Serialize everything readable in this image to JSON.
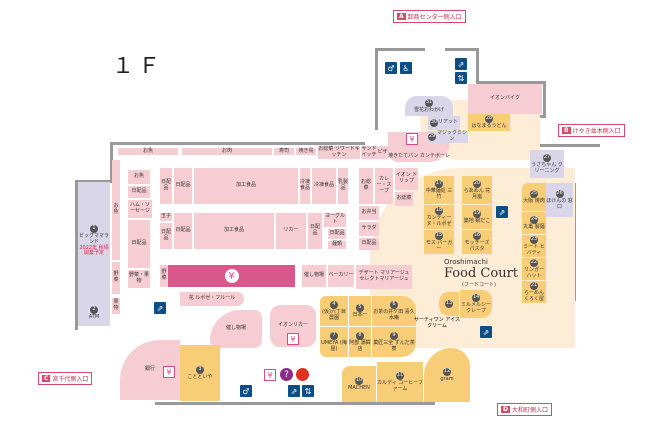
{
  "floor": "１Ｆ",
  "entrances": {
    "a": {
      "key": "A",
      "label": "卸商センター側入口"
    },
    "b": {
      "key": "B",
      "label": "けやき並木側入口"
    },
    "c": {
      "key": "C",
      "label": "宮千代側入口"
    },
    "d": {
      "key": "D",
      "label": "大和町側入口"
    }
  },
  "foodcourt": {
    "en": "Oroshimachi",
    "title": "Food Court",
    "ja": "(フードコート)"
  },
  "icons": {
    "atm": "¥",
    "info": "?"
  },
  "colors": {
    "grocery": "#f6cdd3",
    "restaurant": "#f8cd78",
    "service": "#d9d6ea",
    "foodcourt": "#fdecd6",
    "atm": "#d9578a"
  },
  "grocery": {
    "fish_top": "お魚",
    "meat_top": "お肉",
    "sushi": "寿司",
    "yakitori": "焼き鳥",
    "deli_top": "お総菜 リワードキッチン",
    "sandwich": "サンド イッチ",
    "pizza": "ピザ",
    "fish": "お魚",
    "daily1": "日配品",
    "ham": "ハム・ソーセージ",
    "daily2": "日配品",
    "veg_fruit": "野菜・果物",
    "fish_side": "お魚",
    "veg_side": "野菜",
    "veg2": "野菜",
    "fruit": "果物",
    "processed1": "加工食品",
    "processed2": "加工食品",
    "frozen": "冷凍食品",
    "dairy": "乳製品",
    "egg": "玉子",
    "liquor": "リカー",
    "yogurt": "ヨーグルト",
    "daily3": "日配品",
    "noodles": "麺類",
    "d4": "日配品",
    "d5": "日配品",
    "d6": "日配品",
    "d7": "日配品",
    "frozen2": "冷凍食品",
    "deli": "お総菜",
    "curry": "カレー・スープ",
    "bento": "お弁当",
    "salad": "サラダ",
    "daily_r": "日配品",
    "event": "催し物場",
    "bakery": "ベーカリー",
    "dessert": "デザート マリアージュ セレクトマリアージュ",
    "drip": "イオン ドリップ",
    "deli2": "お総菜",
    "flower": "花 ルポゼ・フルール",
    "event2": "催し物場",
    "aeon_liquor": "イオンリカー",
    "bank": "銀行",
    "bread": "焼きたてパン カンテボーレ",
    "aeon_bike": "イオンバイク"
  },
  "shops": [
    {
      "n": "1",
      "name": "ビッグママランド",
      "note": "2022年 秋頃 開業予定"
    },
    {
      "n": "2",
      "name": "ATM"
    },
    {
      "n": "3",
      "name": "ことといや"
    },
    {
      "n": "4",
      "name": "(仮)六丁目農園"
    },
    {
      "n": "5",
      "name": "日本一"
    },
    {
      "n": "6",
      "name": "お茶の井ケ田 喜久水庵"
    },
    {
      "n": "7",
      "name": "UMEYA (梅屋)"
    },
    {
      "n": "8",
      "name": "阿部 蒲鉾店"
    },
    {
      "n": "9",
      "name": "菓匠三全 ずんだ茶寮"
    },
    {
      "n": "10",
      "name": "MACHEN"
    },
    {
      "n": "11",
      "name": "カルディ コーヒーファーム"
    },
    {
      "n": "12",
      "name": "gram"
    },
    {
      "n": "13",
      "name": "サーティワン アイスクリーム"
    },
    {
      "n": "14",
      "name": "ミルメルシー クレープ"
    },
    {
      "n": "15",
      "name": "モス バーガー"
    },
    {
      "n": "16",
      "name": "モッチーズ パスタ"
    },
    {
      "n": "17",
      "name": "中華麺処 三竹"
    },
    {
      "n": "18",
      "name": "カンティーヌ・ルポゼ"
    },
    {
      "n": "19",
      "name": "築地 銀だこ"
    },
    {
      "n": "20",
      "name": "らあめん 花月嵐"
    },
    {
      "n": "21",
      "name": "らーめん くろく屋"
    },
    {
      "n": "22",
      "name": "リンガー ハット"
    },
    {
      "n": "23",
      "name": "ミート ヒバティ"
    },
    {
      "n": "24",
      "name": "丸亀 製麺"
    },
    {
      "n": "25",
      "name": "大阪 焼肉"
    },
    {
      "n": "26",
      "name": "ほけんの 窓口"
    },
    {
      "n": "27",
      "name": "うさちゃん クリーニング"
    },
    {
      "n": "28",
      "name": "はなまるうどん"
    },
    {
      "n": "29",
      "name": "マジックミシン"
    },
    {
      "n": "30",
      "name": "リアット"
    },
    {
      "n": "31",
      "name": "雪花おわかげ"
    }
  ]
}
